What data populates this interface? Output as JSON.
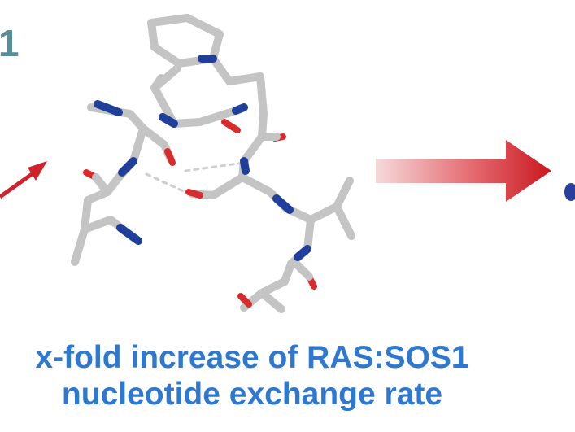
{
  "panel_label": "1",
  "caption": {
    "line1": "x-fold increase of RAS:SOS1",
    "line2": "nucleotide exchange rate"
  },
  "colors": {
    "label": "#5a8e97",
    "caption": "#2f78d0",
    "arrow_red": "#d0222a",
    "carbon": "#c7c7c7",
    "nitrogen": "#1f3f9a",
    "oxygen": "#d92b2b",
    "edge_blob": "#2a3f9a"
  },
  "icons": {
    "incoming_arrow": "red-arrow-icon",
    "big_arrow": "gradient-arrow-icon"
  }
}
